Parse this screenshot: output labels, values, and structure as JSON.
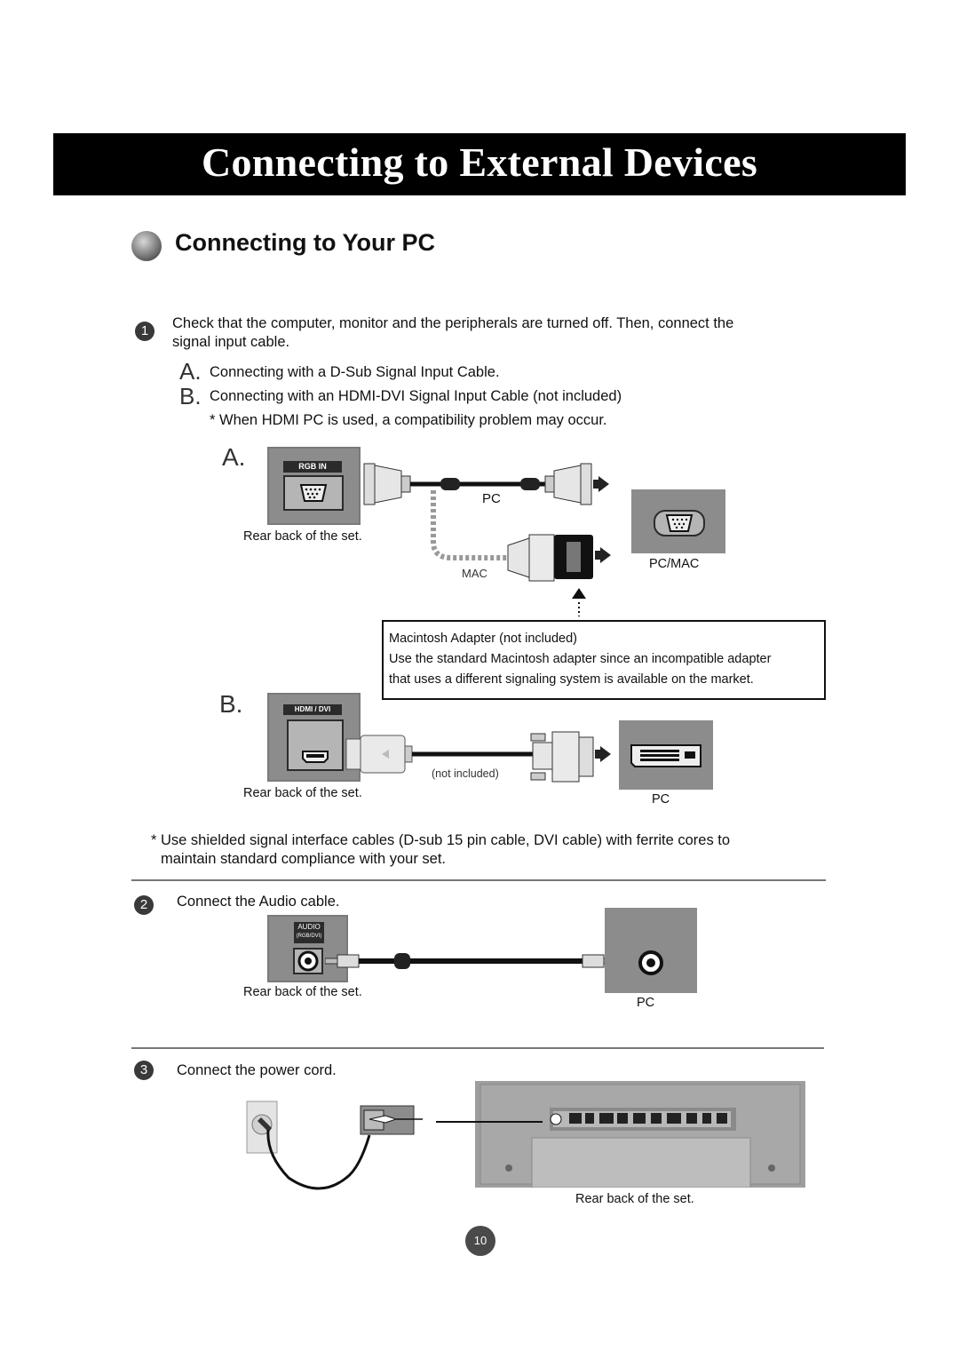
{
  "page_title": "Connecting to External Devices",
  "section_title": "Connecting to Your PC",
  "steps": [
    {
      "number": "1",
      "text_line1": "Check that the computer, monitor and the peripherals are turned off. Then, connect the",
      "text_line2": "signal input cable."
    },
    {
      "number": "2",
      "text": "Connect the Audio cable."
    },
    {
      "number": "3",
      "text": "Connect the power cord."
    }
  ],
  "options": [
    {
      "letter": "A.",
      "text": "Connecting with a D-Sub Signal Input Cable."
    },
    {
      "letter": "B.",
      "text": "Connecting with an HDMI-DVI Signal Input Cable (not included)"
    }
  ],
  "hdmi_note": "* When HDMI PC is used, a compatibility problem may occur.",
  "diagram_a": {
    "letter": "A.",
    "port_label": "RGB IN",
    "rear_caption": "Rear back of the set.",
    "pc_label": "PC",
    "mac_label": "MAC",
    "pcmac_label": "PC/MAC"
  },
  "mac_note": {
    "line1": "Macintosh Adapter (not included)",
    "line2": "Use the standard Macintosh adapter since an incompatible adapter",
    "line3": "that uses a different signaling system is available on the market."
  },
  "diagram_b": {
    "letter": "B.",
    "port_label": "HDMI / DVI",
    "rear_caption": "Rear back of the set.",
    "cable_caption": "(not included)",
    "pc_label": "PC"
  },
  "shield_note_line1": "* Use shielded signal interface cables (D-sub 15 pin cable, DVI cable) with ferrite cores to",
  "shield_note_line2": "maintain standard compliance with your set.",
  "diagram_audio": {
    "port_label_1": "AUDIO",
    "port_label_2": "(RGB/DVI)",
    "rear_caption": "Rear back of the set.",
    "pc_label": "PC"
  },
  "diagram_power": {
    "rear_caption": "Rear back of the set."
  },
  "page_number": "10"
}
